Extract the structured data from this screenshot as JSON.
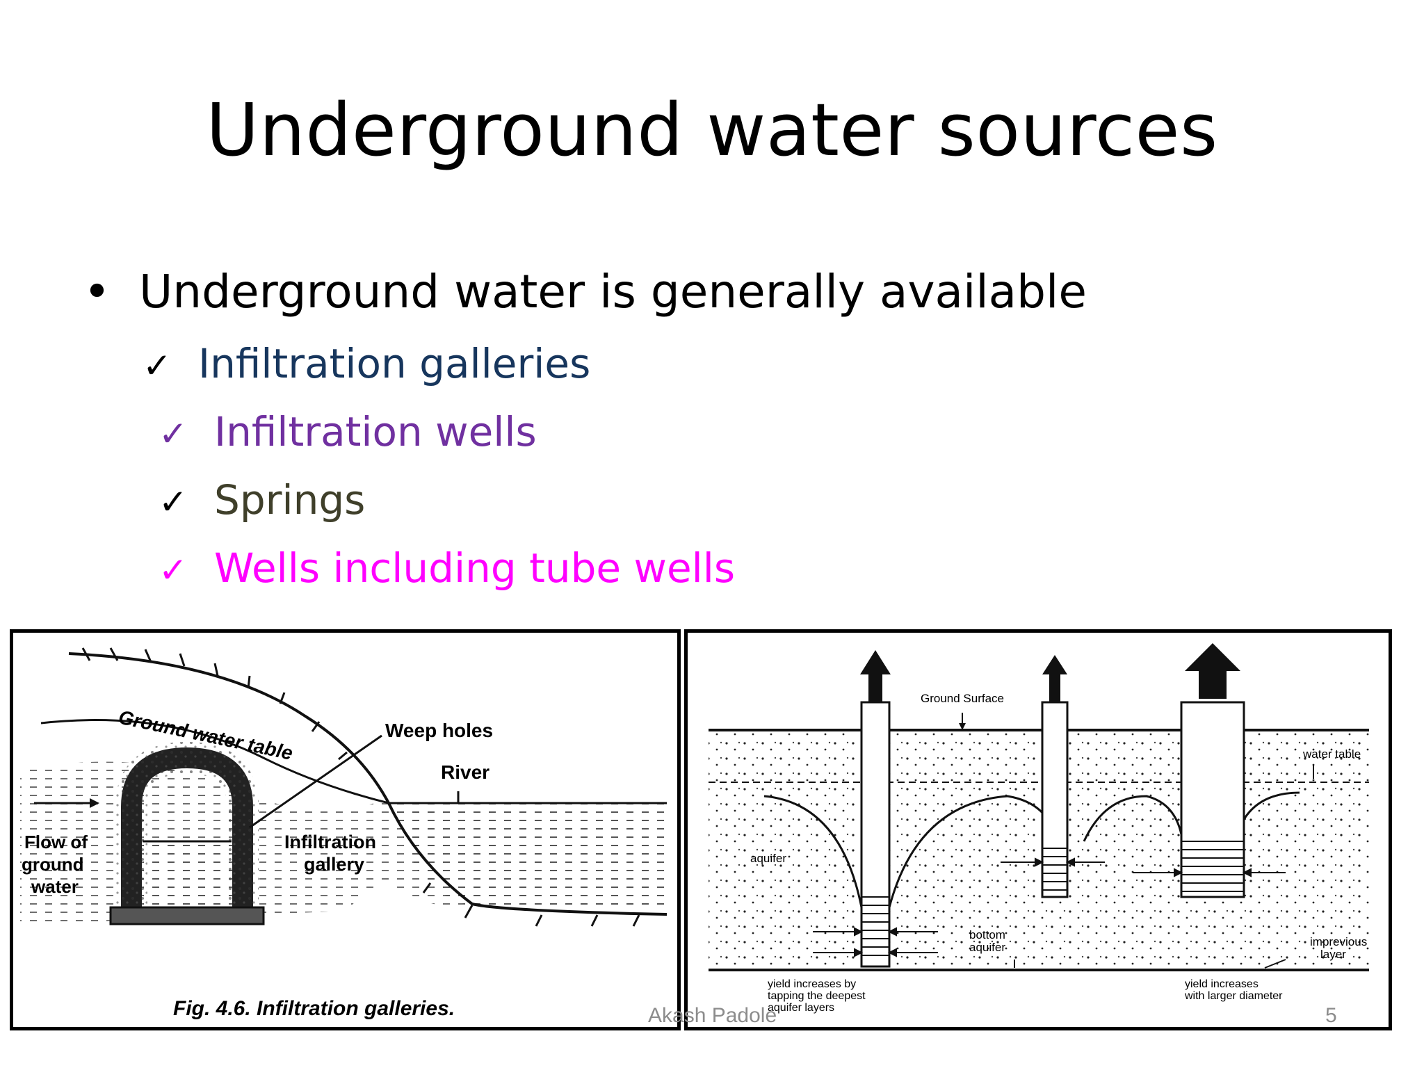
{
  "slide": {
    "title": "Underground water sources",
    "bullet": "Underground water is generally available",
    "bullet_marker": "•",
    "check_mark": "✓",
    "items": [
      {
        "label": "Infiltration galleries",
        "color": "#17365d"
      },
      {
        "label": "Infiltration wells",
        "color": "#7030a0"
      },
      {
        "label": "Springs",
        "color": "#3f3f2a"
      },
      {
        "label": "Wells including tube wells",
        "color": "#ff00ff"
      }
    ],
    "footer": {
      "author": "Akash Padole",
      "page": "5"
    }
  },
  "figure_gallery": {
    "caption": "Fig. 4.6. Infiltration galleries.",
    "labels": {
      "water_table": "Ground water table",
      "weep_holes": "Weep holes",
      "river": "River",
      "flow_line1": "Flow of",
      "flow_line2": "ground",
      "flow_line3": "water",
      "gallery_line1": "Infiltration",
      "gallery_line2": "gallery"
    }
  },
  "figure_wells": {
    "labels": {
      "ground_surface": "Ground Surface",
      "water_table": "water table",
      "aquifer": "aquifer",
      "bottom_line1": "bottom",
      "bottom_line2": "aquifer",
      "impervious_line1": "imprevious",
      "impervious_line2": "layer",
      "yield_deep_1": "yield increases by",
      "yield_deep_2": "tapping the deepest",
      "yield_deep_3": "aquifer layers",
      "yield_dia_1": "yield increases",
      "yield_dia_2": "with larger diameter"
    }
  }
}
